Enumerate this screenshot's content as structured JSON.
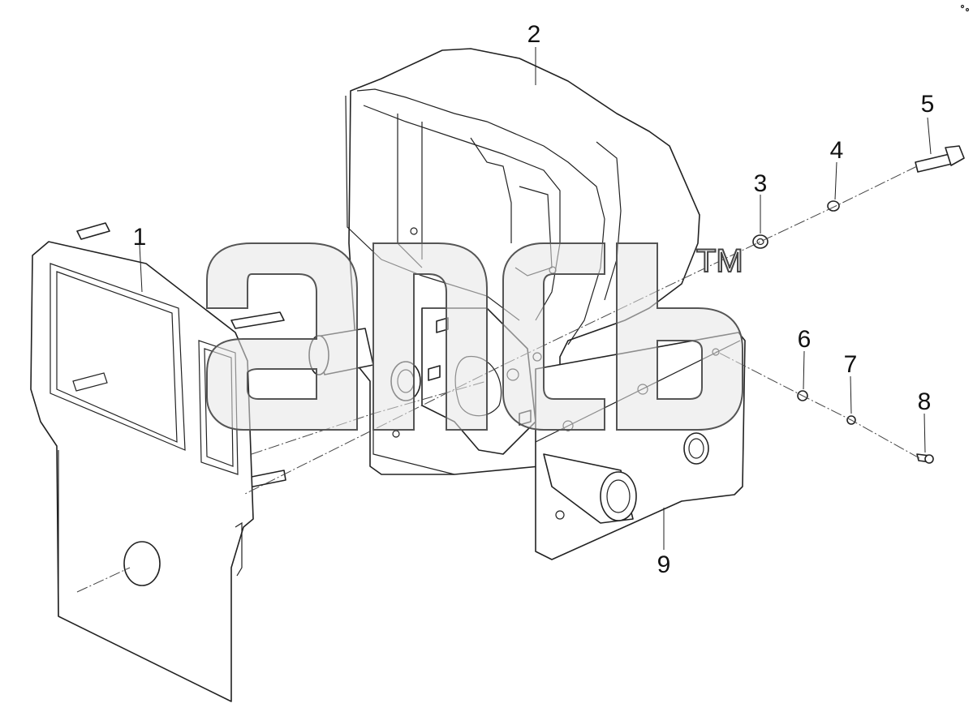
{
  "callouts": [
    {
      "id": "1",
      "label": "1"
    },
    {
      "id": "2",
      "label": "2"
    },
    {
      "id": "3",
      "label": "3"
    },
    {
      "id": "4",
      "label": "4"
    },
    {
      "id": "5",
      "label": "5"
    },
    {
      "id": "6",
      "label": "6"
    },
    {
      "id": "7",
      "label": "7"
    },
    {
      "id": "8",
      "label": "8"
    },
    {
      "id": "9",
      "label": "9"
    }
  ],
  "watermark": {
    "trademark": "TM",
    "logo": "logo-watermark"
  }
}
